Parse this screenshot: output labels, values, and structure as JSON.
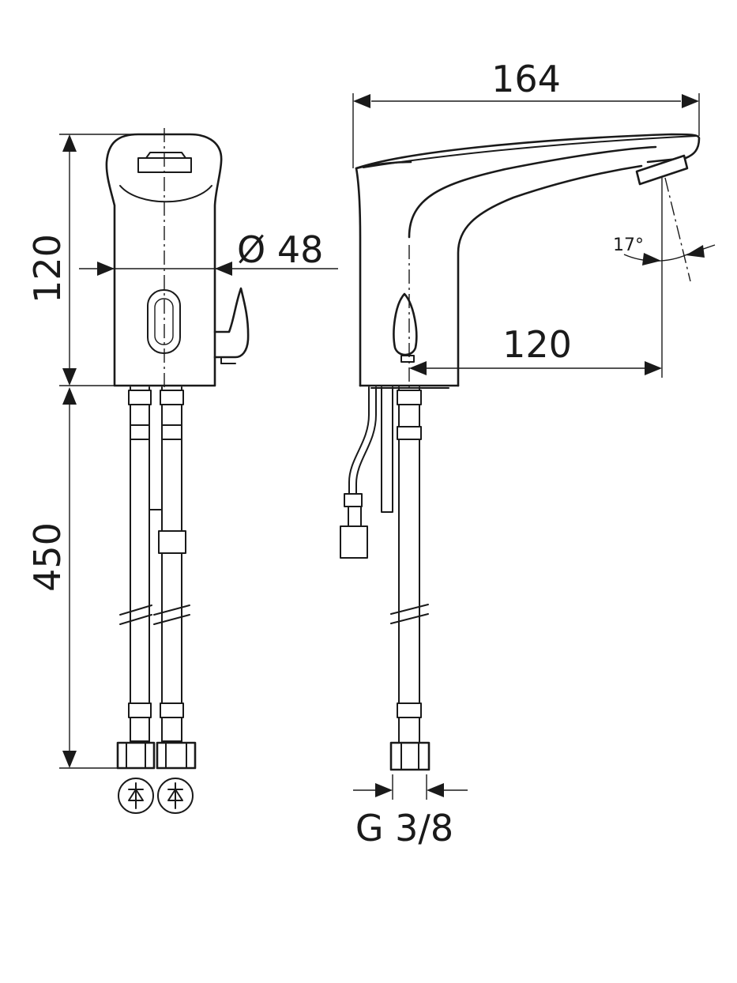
{
  "dimensions": {
    "front_height_body": "120",
    "front_height_hoses": "450",
    "diameter": "Ø 48",
    "side_length": "164",
    "side_reach": "120",
    "angle": "17°",
    "thread": "G 3/8"
  }
}
